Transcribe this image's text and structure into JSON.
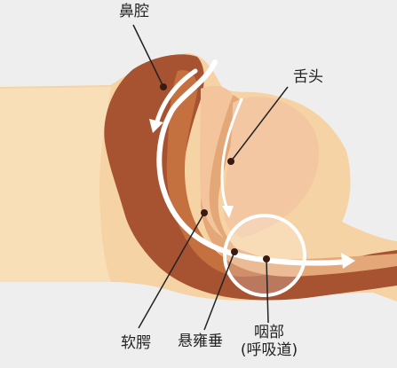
{
  "labels": {
    "nasal_cavity": "鼻腔",
    "tongue": "舌头",
    "soft_palate": "软腭",
    "uvula": "悬雍垂",
    "pharynx": "咽部",
    "airway": "(呼吸道)"
  },
  "colors": {
    "background": "#eeeeee",
    "skin": "#f6d3a4",
    "skin_light": "#f9dfb8",
    "tissue_dark": "#a75231",
    "tissue_mid": "#c4703f",
    "tissue_light": "#e4a878",
    "tongue": "#f2c7a2",
    "airflow_arrow": "#ffffff",
    "leader_line": "#222222",
    "marker_dot": "#3a1b10"
  },
  "icons": [
    "airflow-arrow",
    "highlight-circle"
  ]
}
